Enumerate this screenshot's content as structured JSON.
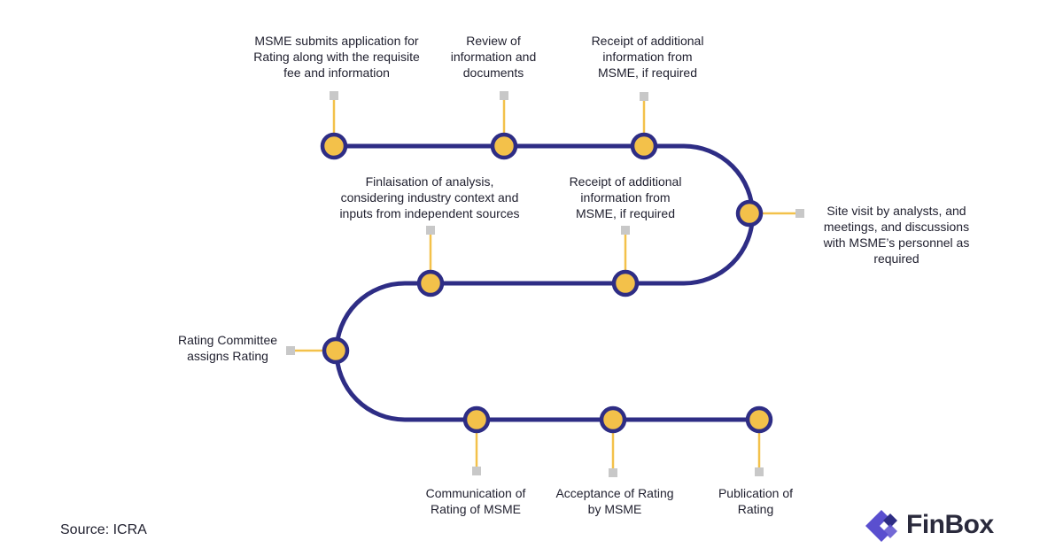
{
  "colors": {
    "path": "#2e2d85",
    "node_fill": "#f3c14a",
    "connector": "#f3c14a",
    "marker": "#c8c8c8",
    "text": "#1f1f2e",
    "logo_arrow": "#5a4fcf",
    "logo_arrow_dark": "#2e2d85"
  },
  "steps": [
    {
      "label": "MSME submits application for\nRating along with the requisite\nfee and information"
    },
    {
      "label": "Review of\ninformation and\ndocuments"
    },
    {
      "label": "Receipt of additional\ninformation from\nMSME, if required"
    },
    {
      "label": "Site visit by analysts, and\nmeetings, and discussions\nwith MSME’s personnel as\nrequired"
    },
    {
      "label": "Receipt of additional\ninformation from\nMSME, if required"
    },
    {
      "label": "Finlaisation of analysis,\nconsidering industry context and\ninputs from independent sources"
    },
    {
      "label": "Rating Committee\nassigns Rating"
    },
    {
      "label": "Communication of\nRating of MSME"
    },
    {
      "label": "Acceptance of Rating\nby MSME"
    },
    {
      "label": "Publication of\nRating"
    }
  ],
  "source": "Source: ICRA",
  "brand": {
    "name": "FinBox",
    "icon": "finbox-logo-icon"
  }
}
